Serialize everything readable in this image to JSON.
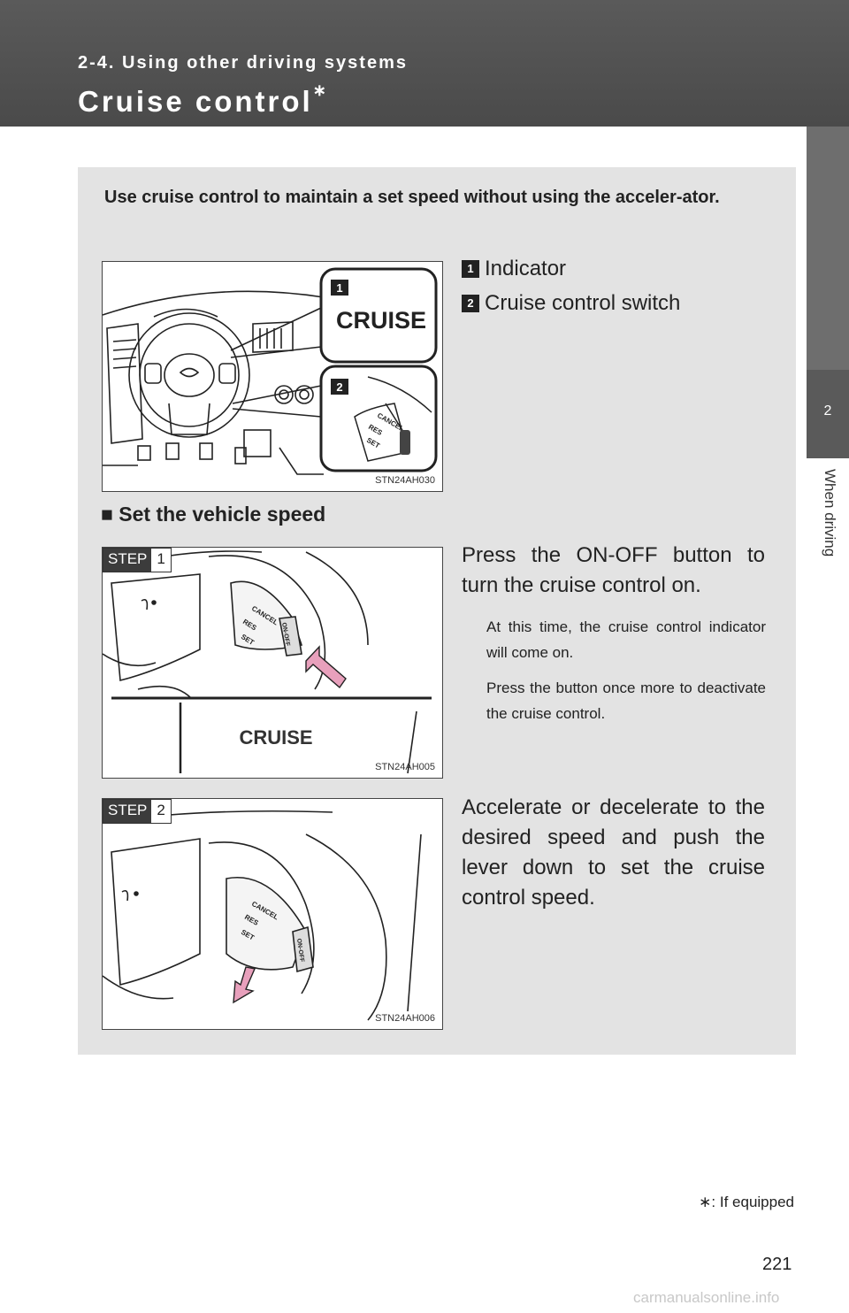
{
  "header": {
    "section": "2-4. Using other driving systems",
    "title": "Cruise control",
    "title_mark": "∗"
  },
  "side_tab": {
    "number": "2",
    "label": "When driving"
  },
  "intro": "Use cruise control to maintain a set speed without using the acceler-ator.",
  "figure1": {
    "code": "STN24AH030",
    "callout_label": "CRUISE",
    "callout_1": "1",
    "callout_2": "2",
    "switch_cancel": "CANCEL",
    "switch_res": "RES",
    "switch_set": "SET"
  },
  "legend": [
    {
      "number": "1",
      "label": "Indicator"
    },
    {
      "number": "2",
      "label": "Cruise control switch"
    }
  ],
  "subheading": "■ Set the vehicle speed",
  "steps": [
    {
      "badge_word": "STEP",
      "badge_num": "1",
      "figure_code": "STN24AH005",
      "figure_label": "CRUISE",
      "text": "Press the ON-OFF button to turn the cruise control on.",
      "notes": [
        "At this time, the cruise control indicator will come on.",
        "Press the button once more to deactivate the cruise control."
      ]
    },
    {
      "badge_word": "STEP",
      "badge_num": "2",
      "figure_code": "STN24AH006",
      "text": "Accelerate or decelerate to the desired speed and push the lever down to set the cruise control speed."
    }
  ],
  "lever_labels": {
    "cancel": "CANCEL",
    "res": "RES",
    "set": "SET",
    "onoff": "ON-OFF"
  },
  "footnote": {
    "mark": "∗",
    "text": ": If equipped"
  },
  "page_number": "221",
  "watermark": "carmanualsonline.info",
  "colors": {
    "header_bg": "#4f4f4f",
    "content_bg": "#e3e3e3",
    "arrow_pink": "#e8a0bc"
  }
}
